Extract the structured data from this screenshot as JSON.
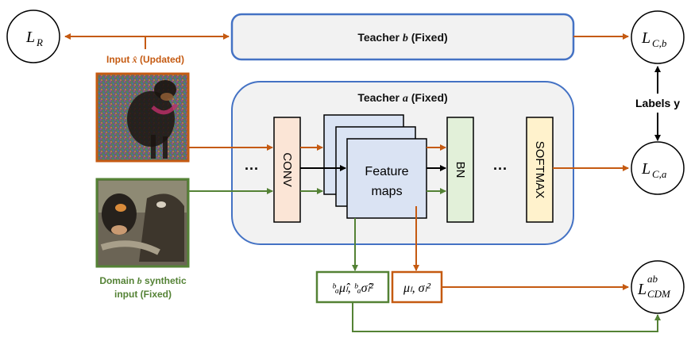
{
  "teacher_b": {
    "label": "Teacher ",
    "var": "b",
    "suffix": " (Fixed)"
  },
  "teacher_a": {
    "label": "Teacher ",
    "var": "a",
    "suffix": " (Fixed)"
  },
  "input_label": {
    "prefix": "Input ",
    "var": "x̂",
    "suffix": " (Updated)"
  },
  "synthetic_label": {
    "line1_prefix": "Domain ",
    "var": "b",
    "line1_suffix": " synthetic",
    "line2": "input (Fixed)"
  },
  "conv_label": "CONV",
  "feature_maps_label": {
    "line1": "Feature",
    "line2": "maps"
  },
  "bn_label": "BN",
  "softmax_label": "SOFTMAX",
  "ellipsis": "···",
  "labels_y": "Labels y",
  "losses": {
    "L_R": {
      "main": "L",
      "sub": "R"
    },
    "L_Cb": {
      "main": "L",
      "sub": "C,b"
    },
    "L_Ca": {
      "main": "L",
      "sub": "C,a"
    },
    "L_CDM": {
      "main": "L",
      "sub": "CDM",
      "sup": "ab"
    }
  },
  "stats_synthetic": "ᵇₐμ̂ₗ, ᵇₐσ̂ₗ²",
  "stats_bn": "μₗ, σₗ²",
  "colors": {
    "orange": "#c55a11",
    "green": "#548235",
    "blue": "#4472c4",
    "conv_fill": "#fbe5d6",
    "bn_fill": "#e2f0d9",
    "softmax_fill": "#fff2cc",
    "fm_fill": "#dae3f3"
  }
}
